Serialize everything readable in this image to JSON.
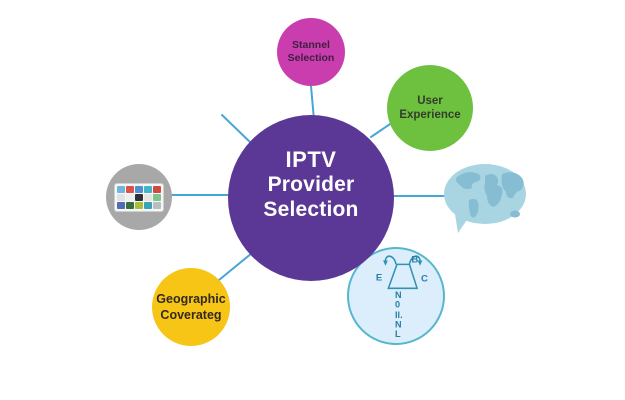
{
  "center": {
    "line1": "IPTV",
    "line2": "Provider",
    "line3": "Selection"
  },
  "nodes": {
    "channel": {
      "line1": "Stannel",
      "line2": "Selection"
    },
    "experience": {
      "line1": "User",
      "line2": "Experience"
    },
    "geographic": {
      "line1": "Geographic",
      "line2": "Coverateg"
    },
    "evaluation": {
      "letter_top": "B",
      "letter_left": "E",
      "letter_right": "C",
      "stack": [
        "N",
        "0",
        "Il.",
        "N",
        "L"
      ]
    },
    "devices": {
      "tiles": [
        "#6db7dc",
        "#d95348",
        "#4f8fd3",
        "#3fb6c9",
        "#cf4a41",
        "#dfe3e6",
        "#eceff1",
        "#2e3038",
        "#e9e4df",
        "#7fc48a",
        "#4f6db3",
        "#35703d",
        "#a8bf3a",
        "#3aa3b5",
        "#b9bec2"
      ]
    }
  },
  "colors": {
    "center_purple": "#5b3896",
    "channel_magenta": "#ca3dae",
    "experience_green": "#6ec13e",
    "geographic_yellow": "#f6c515",
    "devices_gray": "#a8a8a8",
    "evaluation_fill": "#dceefb",
    "evaluation_border": "#54b7cc",
    "globe_fill": "#a9d5e3",
    "globe_land": "#86bdd2",
    "funnel_stroke": "#2f93b0",
    "funnel_text": "#2a7ea6",
    "connector_blue": "#45a7d7"
  }
}
